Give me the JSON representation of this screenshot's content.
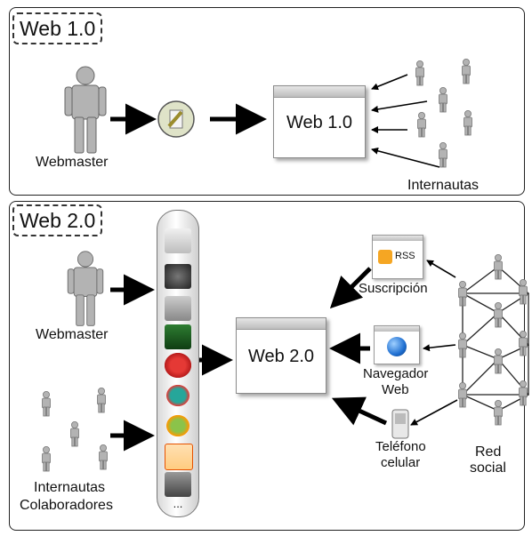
{
  "web1": {
    "tag": "Web 1.0",
    "webmaster_label": "Webmaster",
    "window_label": "Web 1.0",
    "users_label": "Internautas"
  },
  "web2": {
    "tag": "Web 2.0",
    "webmaster_label": "Webmaster",
    "collaborators_label_1": "Internautas",
    "collaborators_label_2": "Colaboradores",
    "window_label": "Web 2.0",
    "sidebar_more": "...",
    "rss_badge": "RSS",
    "subscription_label": "Suscripción",
    "browser_label_1": "Navegador",
    "browser_label_2": "Web",
    "phone_label_1": "Teléfono",
    "phone_label_2": "celular",
    "social_label_1": "Red",
    "social_label_2": "social"
  },
  "colors": {
    "arrow": "#000000",
    "person": "#a9a9a9",
    "rss": "#f5a623",
    "globe": "#1f6fd1"
  }
}
